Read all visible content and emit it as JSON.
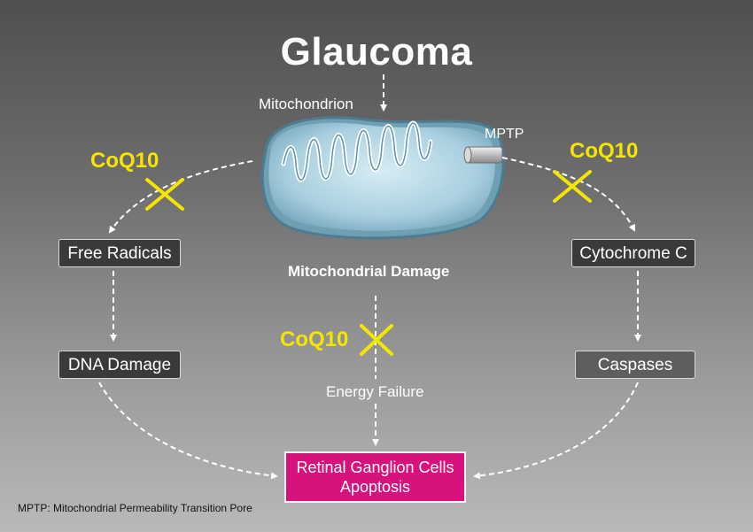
{
  "title": "Glaucoma",
  "mitochondrion_label": "Mitochondrion",
  "mptp_label": "MPTP",
  "damage_label": "Mitochondrial Damage",
  "energy_label": "Energy Failure",
  "inhibitor_label": "CoQ10",
  "boxes": {
    "free_radicals": "Free Radicals",
    "dna_damage": "DNA Damage",
    "cytochrome_c": "Cytochrome C",
    "caspases": "Caspases"
  },
  "outcome": {
    "line1": "Retinal Ganglion Cells",
    "line2": "Apoptosis"
  },
  "footnote": "MPTP: Mitochondrial Permeability Transition Pore",
  "colors": {
    "inhibitor": "#f5e600",
    "outcome_box": "#d8127c",
    "arrows": "#ffffff"
  }
}
